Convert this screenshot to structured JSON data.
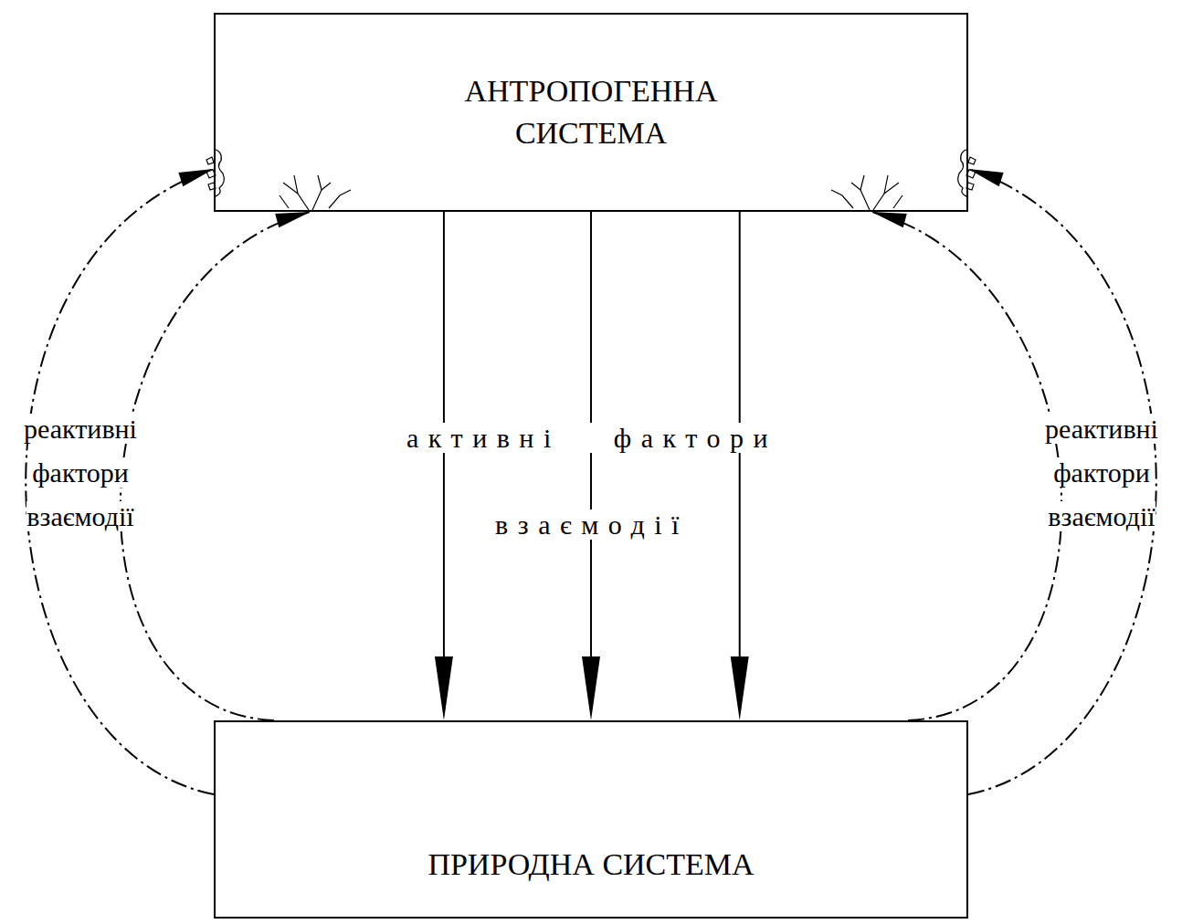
{
  "diagram": {
    "nodes": [
      {
        "text": [
          "АНТРОПОГЕННА СИСТЕМА"
        ]
      },
      {
        "text": [
          "ПРИРОДНА СИСТЕМА"
        ]
      }
    ],
    "edges": [
      {
        "from": 0,
        "to": 1,
        "arrow": "to"
      },
      {
        "from": 0,
        "to": 1,
        "arrow": "to"
      },
      {
        "from": 0,
        "to": 1,
        "arrow": "to"
      },
      {
        "from": 1,
        "to": 0,
        "arrow": "to"
      },
      {
        "from": 1,
        "to": 0,
        "arrow": "to"
      },
      {
        "from": 1,
        "to": 0,
        "arrow": "to"
      },
      {
        "from": 1,
        "to": 0,
        "arrow": "to"
      }
    ],
    "labels": [
      "реактивні фактори взаємодії",
      "активні фактори взаємодії",
      "реактивні фактори взаємодії"
    ]
  }
}
